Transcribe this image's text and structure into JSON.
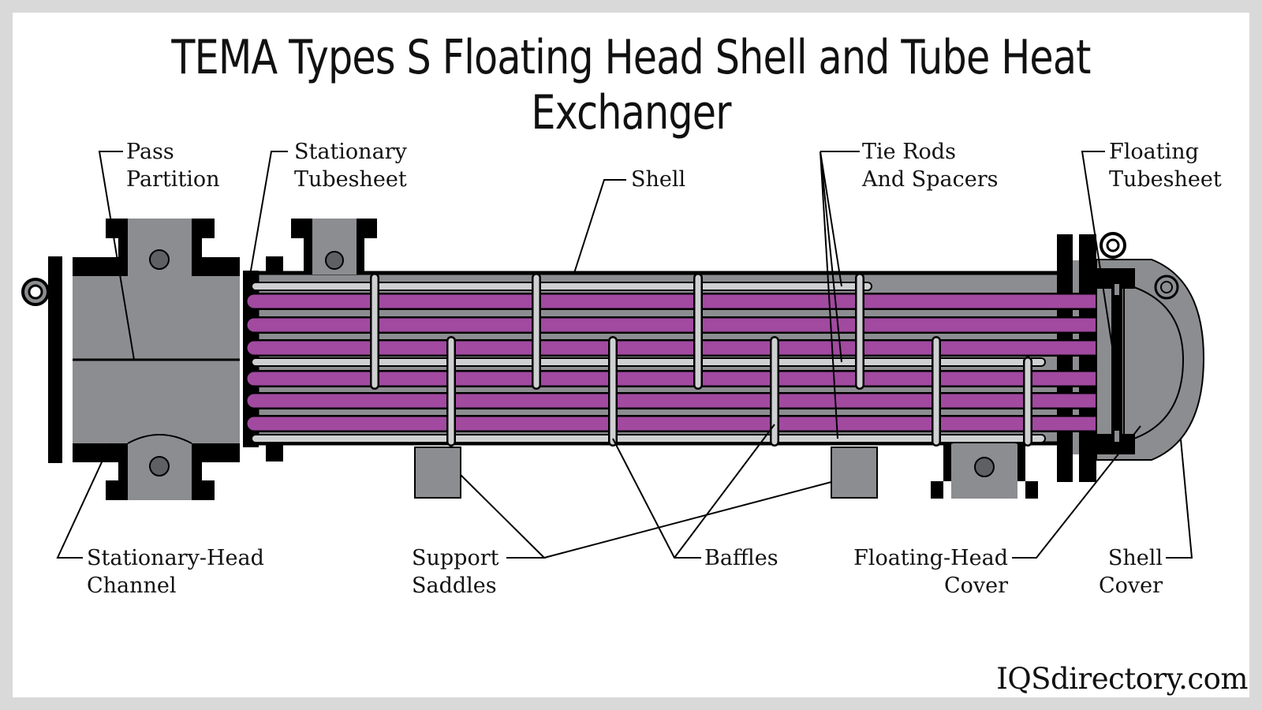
{
  "title": "TEMA Types S Floating Head Shell and Tube Heat Exchanger",
  "labels": {
    "pass_partition": [
      "Pass",
      "Partition"
    ],
    "stationary_tubesheet": [
      "Stationary",
      "Tubesheet"
    ],
    "shell": [
      "Shell"
    ],
    "tie_rods": [
      "Tie Rods",
      "And Spacers"
    ],
    "floating_tubesheet": [
      "Floating",
      "Tubesheet"
    ],
    "stationary_head_channel": [
      "Stationary-Head",
      "Channel"
    ],
    "support_saddles": [
      "Support",
      "Saddles"
    ],
    "baffles": [
      "Baffles"
    ],
    "floating_head_cover": [
      "Floating-Head",
      "Cover"
    ],
    "shell_cover": [
      "Shell",
      "Cover"
    ]
  },
  "brand": "IQSdirectory.com",
  "colors": {
    "metal": "#8c8d90",
    "flange": "#000000",
    "tube": "#a14aa0",
    "rod": "#cfd0d2",
    "background": "#ffffff",
    "border": "#d9d9d9"
  }
}
